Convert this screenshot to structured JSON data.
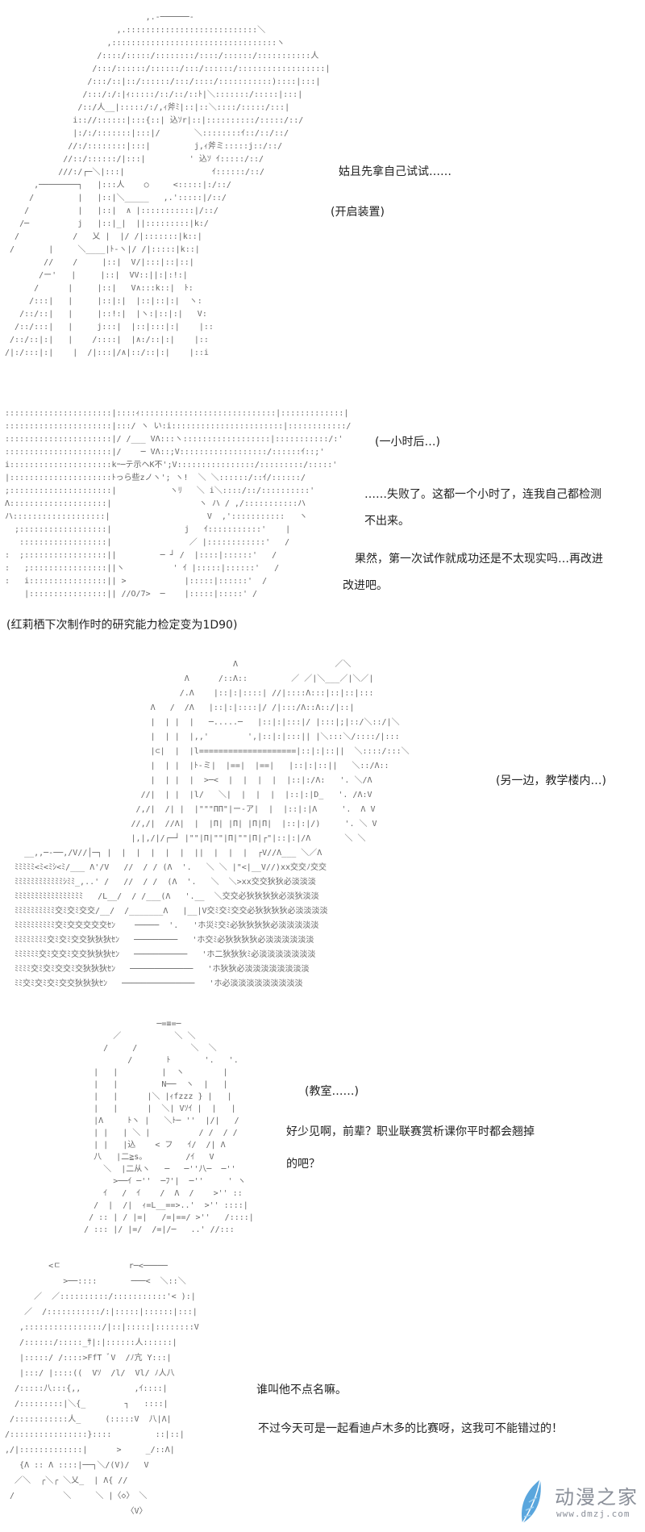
{
  "panels": [
    {
      "art": [
        "                              ,.-──────-  ",
        "                        ,.:::::::::::::::::::::::::::＼",
        "                      ,::::::::::::::::::::::::::::::::::ヽ",
        "                    /::::/:::::/::::::::/::::/::::::/:::::::::::人",
        "                   /:::/::::::/::::::/:::/::::::/::::::::::::::::::|",
        "                  /:::/::|::/::::::/:::/::::/:::::::::::)::::|:::|",
        "                 /:::/:/:|ｨ:::::/::/::/::ﾄ|＼:::::::/:::::|:::|",
        "                /::/人__|:::::/:/,ｨ斧ﾐ|::|::＼::::/:::::/:::|",
        "               i:://::::::|:::{::| 込ｿr|::|::::::::::/:::::/::/",
        "               |:/:/:::::::|:::|/       ＼::::::::ｲ::/::/::/",
        "              //:/::::::::|:::|         j,ｨ斧ミ:::::j::/::/",
        "             //::/::::::/|:::|         ' 込ｿ ｲ:::::/::/",
        "            ///:/┌─＼|:::|                  ｲ::::::/::/",
        "       ,────────┐   |:::人    ○     <:::::|:/::/",
        "      /         |   |::|＼_____   ,.':::::|/::/",
        "     /          |   |::|  ∧ |:::::::::::|/::/",
        "    /─          j   |::|_|  ||:::::::::|k:/",
        "   /           /   乂 |  |/ /|:::::::|k::|",
        "  /       |     ＼____|ﾄ-ヽ|/ /|:::::|k::|",
        "         //    /     |::|  V/|:::|::|::|",
        "        /ー'   |     |::|  VV::||:|:!:|",
        "       /      |     |::|   V∧:::k::|  ﾄ:",
        "      /:::|   |     |::|:|  |::|::|:|  ヽ:",
        "    /::/::|   |     |::!:|  |ヽ:|::|:|   V:",
        "   /::/:::|   |     j:::|  |::|:::|:|    |::",
        "  /::/::|:|   |    /::::|  |∧:/::|:|    |::",
        " /|:/:::|:|    |  /|:::|/∧|::/::|:|    |::i"
      ],
      "texts": [
        "姑且先拿自己试试……",
        "(开启装置)"
      ]
    },
    {
      "art": [
        "::::::::::::::::::::::|::::ｨ::::::::::::::::::::::::::::|:::::::::::::|",
        "::::::::::::::::::::::|:::/ ヽ い:i:::::::::::::::::::::::|::::::::::::/",
        "::::::::::::::::::::::|/ /___ VΛ:::ヽ::::::::::::::::::|:::::::::::/:'",
        "::::::::::::::::::::::|/    ─ VΛ::;V::::::::::::::::::/::::::ｲ::;'",
        "i:::::::::::::::::::::kｰ─テ示ヘK不';V::::::::::::::::/:::::::::/:::::'",
        "|:::::::::::::::::::::ﾄっら些zノヽ'; ヽ!  ＼ ＼::::::/::ｲ/::::::/",
        ";:::::::::::::::::::::|           ヽﾘ   ＼ i＼::::/::/::::::::::'",
        "Λ::::::::::::::::::::|                  ヽ ハ / ,/:::::::::::ハ",
        "ハ:::::::::::::::::::|                    V  ,':::::::::::   ヽ",
        "  ;::::::::::::::::::|               j   ｲ:::::::::::'    |",
        "   ::::::::::::::::::|                ／ |::::::::::::'   /",
        ":  ;:::::::::::::::::||         ─ ┘ /  |::::|::::::'   /",
        ":   ;::::::::::::::::||ヽ          ' ｲ |:::::|::::::'   /",
        ":   i::::::::::::::::|| >            |:::::|::::::'  /",
        "    |::::::::::::::::|| //O/7>  ─    |:::::|:::::' /"
      ],
      "texts": [
        "(一小时后…)",
        "……失败了。这都一个小时了，连我自己都检测",
        "不出来。",
        "果然，第一次试作就成功还是不太现实吗…再改进",
        "改进吧。"
      ],
      "caption": "(红莉栖下次制作时的研究能力检定变为1D90)"
    },
    {
      "art": [
        "                                               Λ                    ／＼",
        "                                     Λ      /::Λ::         ／ ／|＼___／|＼／|",
        "                                    /.Λ    |::|:|::::| //|::::Λ:::|::|::|:::",
        "                              Λ   /  /Λ   |::|:|::::|/ /|:::/Λ::Λ::/|::|",
        "                              |  | |  |   ─.....─   |::|:|:::|/ |:::|;|::/＼::/|＼",
        "                              |  | |  |,,'        ',|::|:|:::|| |＼:::＼/::::/|:::",
        "                              |⊂|  |  |l====================|::|:|::||  ＼::::/:::＼",
        "                              |  | |  |ﾄ-ミ|  |==|  |==|   |::|:|::||   ＼::/Λ::",
        "                              |  | |  |  >─<  |  |  |  |  |::|:/Λ:   '. ＼/Λ",
        "                            //|  | |  |l/   ＼|  |  |  |  |::|:|D_   '. /Λ:V",
        "                           /,/|  /| |  |\"\"\"ΠΠ\"|ー‐ア|  |  |::|:|Λ     '.  Λ V",
        "                          //,/|  //Λ|  |  |Π| |Π| |Π|Π|  |::|:|/)     '. ＼ V",
        "                          |,|,/|/┌─┘ |\"\"|Π|\"\"|Π|\"\"|Π|┌\"|::|:|/Λ       ＼ ＼",
        "    __,,─‐──,/V//│─┐ |  |  |  |  |  |  ||  |  |  |  ┌V//Λ___ ＼／Λ",
        "  ﾐﾐﾐﾐﾐ<ﾐ<ﾐｼ<ﾐ/___ Λ'/V   //  / / (Λ  '.   ＼ ＼ |\"<|__V//)xx交交ﾉ交交",
        "  ﾐﾐﾐﾐﾐﾐﾐﾐﾐﾐﾐﾐｼﾐﾐ_,..' /   //  / /  (Λ  '.   ＼  ＼>xx交交狄狄必淡淡淡",
        "  ﾐﾐﾐﾐﾐﾐﾐﾐﾐﾐﾐﾐﾐﾐﾐﾐﾐ   /L__/  / /___(Λ   '.__  ＼交交必狄狄狄狄必淡狄淡淡",
        "  ﾐﾐﾐﾐﾐﾐﾐﾐﾐﾐ交ﾐ交ﾐ交交/__/  /_______Λ   |__|V交ﾐ交ﾐ交交必狄狄狄狄必淡淡淡淡",
        "  ﾐﾐﾐﾐﾐﾐﾐﾐﾐﾐ交ﾐ交交交交交ｾﾝ    ─────  '.   'ホ災ﾐ交ﾐ必狄狄狄狄必淡淡淡淡淡",
        "  ﾐﾐﾐﾐﾐﾐﾐﾐ交ﾐ交ﾐ交交狄狄狄ｾﾝ   ─────────   'ホ交ﾐ必狄狄狄狄必淡淡淡淡淡淡",
        "  ﾐﾐﾐﾐﾐﾐ交ﾐ交交ﾐ交交狄狄狄ｾﾝ   ───────────   'ホ二狄狄狄ﾐ必淡淡淡淡淡淡淡",
        "  ﾐﾐﾐﾐ交ﾐ交ﾐ交交ﾐ交狄狄狄ｾﾝ   ─────────────   'ホ狄狄必淡淡淡淡淡淡淡淡",
        "  ﾐﾐ交ﾐ交ﾐ交ﾐ交交狄狄狄ｾﾝ   ───────────────   'ホ必淡淡淡淡淡淡淡淡淡"
      ],
      "texts": [
        "(另一边，教学楼内…)"
      ]
    },
    {
      "art": [
        "                   ─=≡=─",
        "          ／           ＼ ＼",
        "        /     /           ＼  ＼",
        "             /       ﾄ       '.   '.",
        "      |   |         |  ヽ        |",
        "      |   |         N──  ヽ  |   |",
        "      |   |      |＼ |ｨfzzz } |   |",
        "      |   |      |  ＼| Vｿｲ |  |   |",
        "      |Λ     ﾄヽ |   ＼ﾄ─ ''  |/|   /",
        "      | |   | ＼ |          / /  / /",
        "      | |   |込    < フ   ｲ/  /| Λ",
        "      八   |二≧s。        /ｲ   V",
        "        ＼  |二从ヽ   ─   ─''八─  ─''",
        "          >──ｲ ─''  ─ﾌ'|  ─''     ' ヽ",
        "        ｲ   /  ｲ    /  Λ  /    >'' ::",
        "      /  |  /|  ｨ=L__==>..'  >'' ::::|",
        "     / :: | / |=|   /=|==/ >''   /::::|",
        "    / ::: |/ |=/  /=|/─   ..' //:::"
      ],
      "texts": [
        "(教室……)",
        "好少见啊，前辈？职业联赛赏析课你平时都会翘掉",
        "的吧？"
      ]
    },
    {
      "art": [
        "         <ㄷ              r─<─────",
        "            >──::::       ───<  ＼::＼",
        "      ／  ／::::::::::/:::::::::::'< ):|",
        "    ／  /:::::::::::/:|:::::|::::::|:::|",
        "   ,::::::::::::::::/|::|:::::|::::::::V",
        "   /::::::/:::::_ｻ|:|::::::人::::::|",
        "   |:::::/ /::::>FfT ﾞV  /ﾉ亢 Y:::|",
        "   |:::/ |::::((  Vｿ  /l/  Vl/ ﾉ人八",
        "  /:::::八:::{,,           ,ｲ::::|",
        "  /:::::::::|＼{_        ┐   ::::|",
        " /:::::::::::人_     (:::::V  八|Λ|",
        "/::::::::::::::::}::::         ::|::|",
        ",/|:::::::::::::|      >     _/::Λ|",
        "   {Λ :: Λ ::::|──┐＼/(V)/   V",
        "  ／＼  ╭＼╭ ＼乂_  | Λ{ //",
        " /          ＼     ＼ |〈◇〉 ＼",
        "                         〈V〉"
      ],
      "texts": [
        "谁叫他不点名嘛。",
        "不过今天可是一起看迪卢木多的比赛呀，这我可不能错过的！"
      ]
    }
  ],
  "watermark": {
    "name": "动漫之家",
    "url": "www.dmzj.com",
    "colors": {
      "feather": "#5aa6dd",
      "text": "#8a8f99"
    }
  }
}
